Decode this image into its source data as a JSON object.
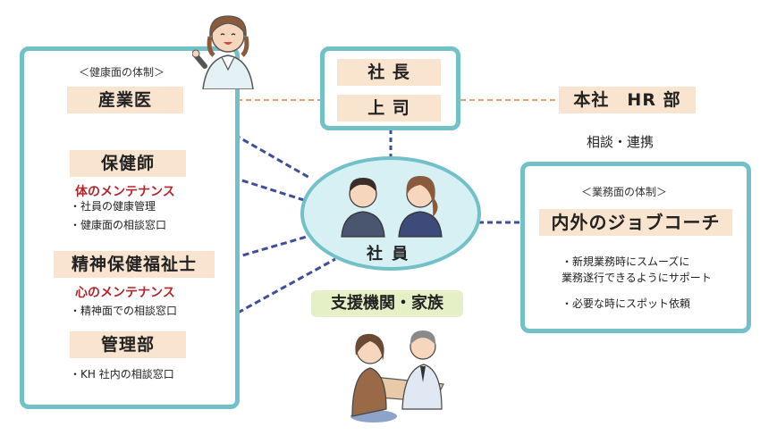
{
  "health": {
    "heading": "＜健康面の体制＞",
    "industrial_doctor": "産業医",
    "nurse": "保健師",
    "body_maintenance": "体のメンテナンス",
    "nurse_items": [
      "社員の健康管理",
      "健康面の相談窓口"
    ],
    "psw": "精神保健福祉士",
    "mind_maintenance": "心のメンテナンス",
    "psw_items": [
      "精神面での相談窓口"
    ],
    "admin": "管理部",
    "admin_items": [
      "KH 社内の相談窓口"
    ]
  },
  "management": {
    "president": "社 長",
    "boss": "上 司"
  },
  "hq": {
    "label": "本社　HR 部",
    "caption": "相談・連携"
  },
  "employee": {
    "label": "社 員"
  },
  "work": {
    "heading": "＜業務面の体制＞",
    "coach": "内外のジョブコーチ",
    "items": [
      "新規業務時にスムーズに\n業務遂行できるようにサポート",
      "必要な時にスポット依頼"
    ]
  },
  "support": {
    "label": "支援機関・家族"
  },
  "colors": {
    "panel_border": "#72c1c8",
    "label_bg": "#f8e4cf",
    "support_bg": "#e5f0c7",
    "employee_bg": "#d6f0f4",
    "connector": "#3e4e9a",
    "hq_line": "#e8a06a",
    "accent_red": "#b3262b"
  }
}
